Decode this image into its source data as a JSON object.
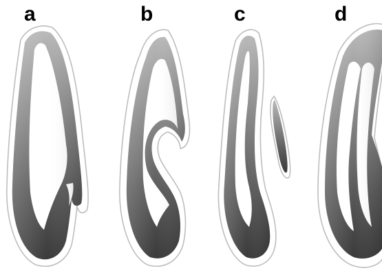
{
  "panels": [
    {
      "label": "a"
    },
    {
      "label": "b"
    },
    {
      "label": "c"
    },
    {
      "label": "d"
    }
  ],
  "colors": {
    "background": "#ffffff",
    "canal_top": "#b9b9b9",
    "canal_mid": "#7a7a7a",
    "canal_bottom": "#3a3a3a",
    "outline": "#bdbdbd",
    "label": "#000000"
  }
}
